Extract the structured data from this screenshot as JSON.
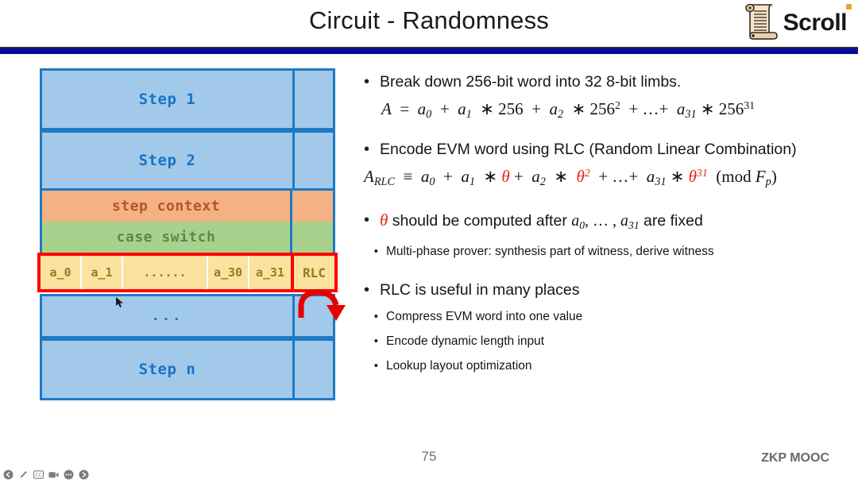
{
  "slide": {
    "title": "Circuit - Randomness",
    "page_number": "75",
    "footer_right": "ZKP MOOC",
    "logo_text": "Scroll",
    "accent_bar_color": "#0a0aa0",
    "corner_dot_color": "#f0a030"
  },
  "diagram": {
    "row_step1_label": "Step 1",
    "row_step2_label": "Step 2",
    "step_context_label": "step context",
    "case_switch_label": "case switch",
    "ellipsis_label": "...",
    "row_stepn_label": "Step n",
    "limbs": [
      "a_0",
      "a_1",
      "......",
      "a_30",
      "a_31"
    ],
    "rlc_label": "RLC",
    "colors": {
      "box_border": "#1f7ac4",
      "box_fill": "#a3c9ea",
      "step_context_fill": "#f4b183",
      "case_switch_fill": "#a9d18e",
      "limb_fill": "#fbe2a0",
      "highlight_border": "#ff0000",
      "arrow": "#e60000"
    }
  },
  "content": {
    "bullet1": "Break down 256-bit word into 32 8-bit limbs.",
    "formula1": {
      "lhs": "A",
      "eq": "=",
      "terms": "a0 + a1 * 256 + a2 * 256^2 + ... + a31 * 256^31"
    },
    "bullet2": "Encode EVM word using RLC (Random Linear Combination)",
    "formula2": {
      "lhs": "A_RLC",
      "eq": "≡",
      "terms": "a0 + a1 * θ + a2 * θ^2 + ... + a31 * θ^31 (mod Fp)"
    },
    "bullet3_pre": "",
    "bullet3_theta": "θ",
    "bullet3_post": " should be computed after ",
    "bullet3_tail": " are fixed",
    "bullet3_sub1": "Multi-phase prover: synthesis part of witness, derive witness",
    "bullet4": "RLC is useful in many places",
    "bullet4_sub1": "Compress EVM word into one value",
    "bullet4_sub2": "Encode dynamic length input",
    "bullet4_sub3": "Lookup layout optimization"
  },
  "toolbar": {
    "items": [
      {
        "name": "back-arrow-icon",
        "label": "←"
      },
      {
        "name": "pen-icon",
        "label": "╱"
      },
      {
        "name": "closed-caption-icon",
        "label": "CC"
      },
      {
        "name": "camera-icon",
        "label": "■"
      },
      {
        "name": "more-options-icon",
        "label": "…"
      },
      {
        "name": "forward-arrow-icon",
        "label": "→"
      }
    ]
  }
}
